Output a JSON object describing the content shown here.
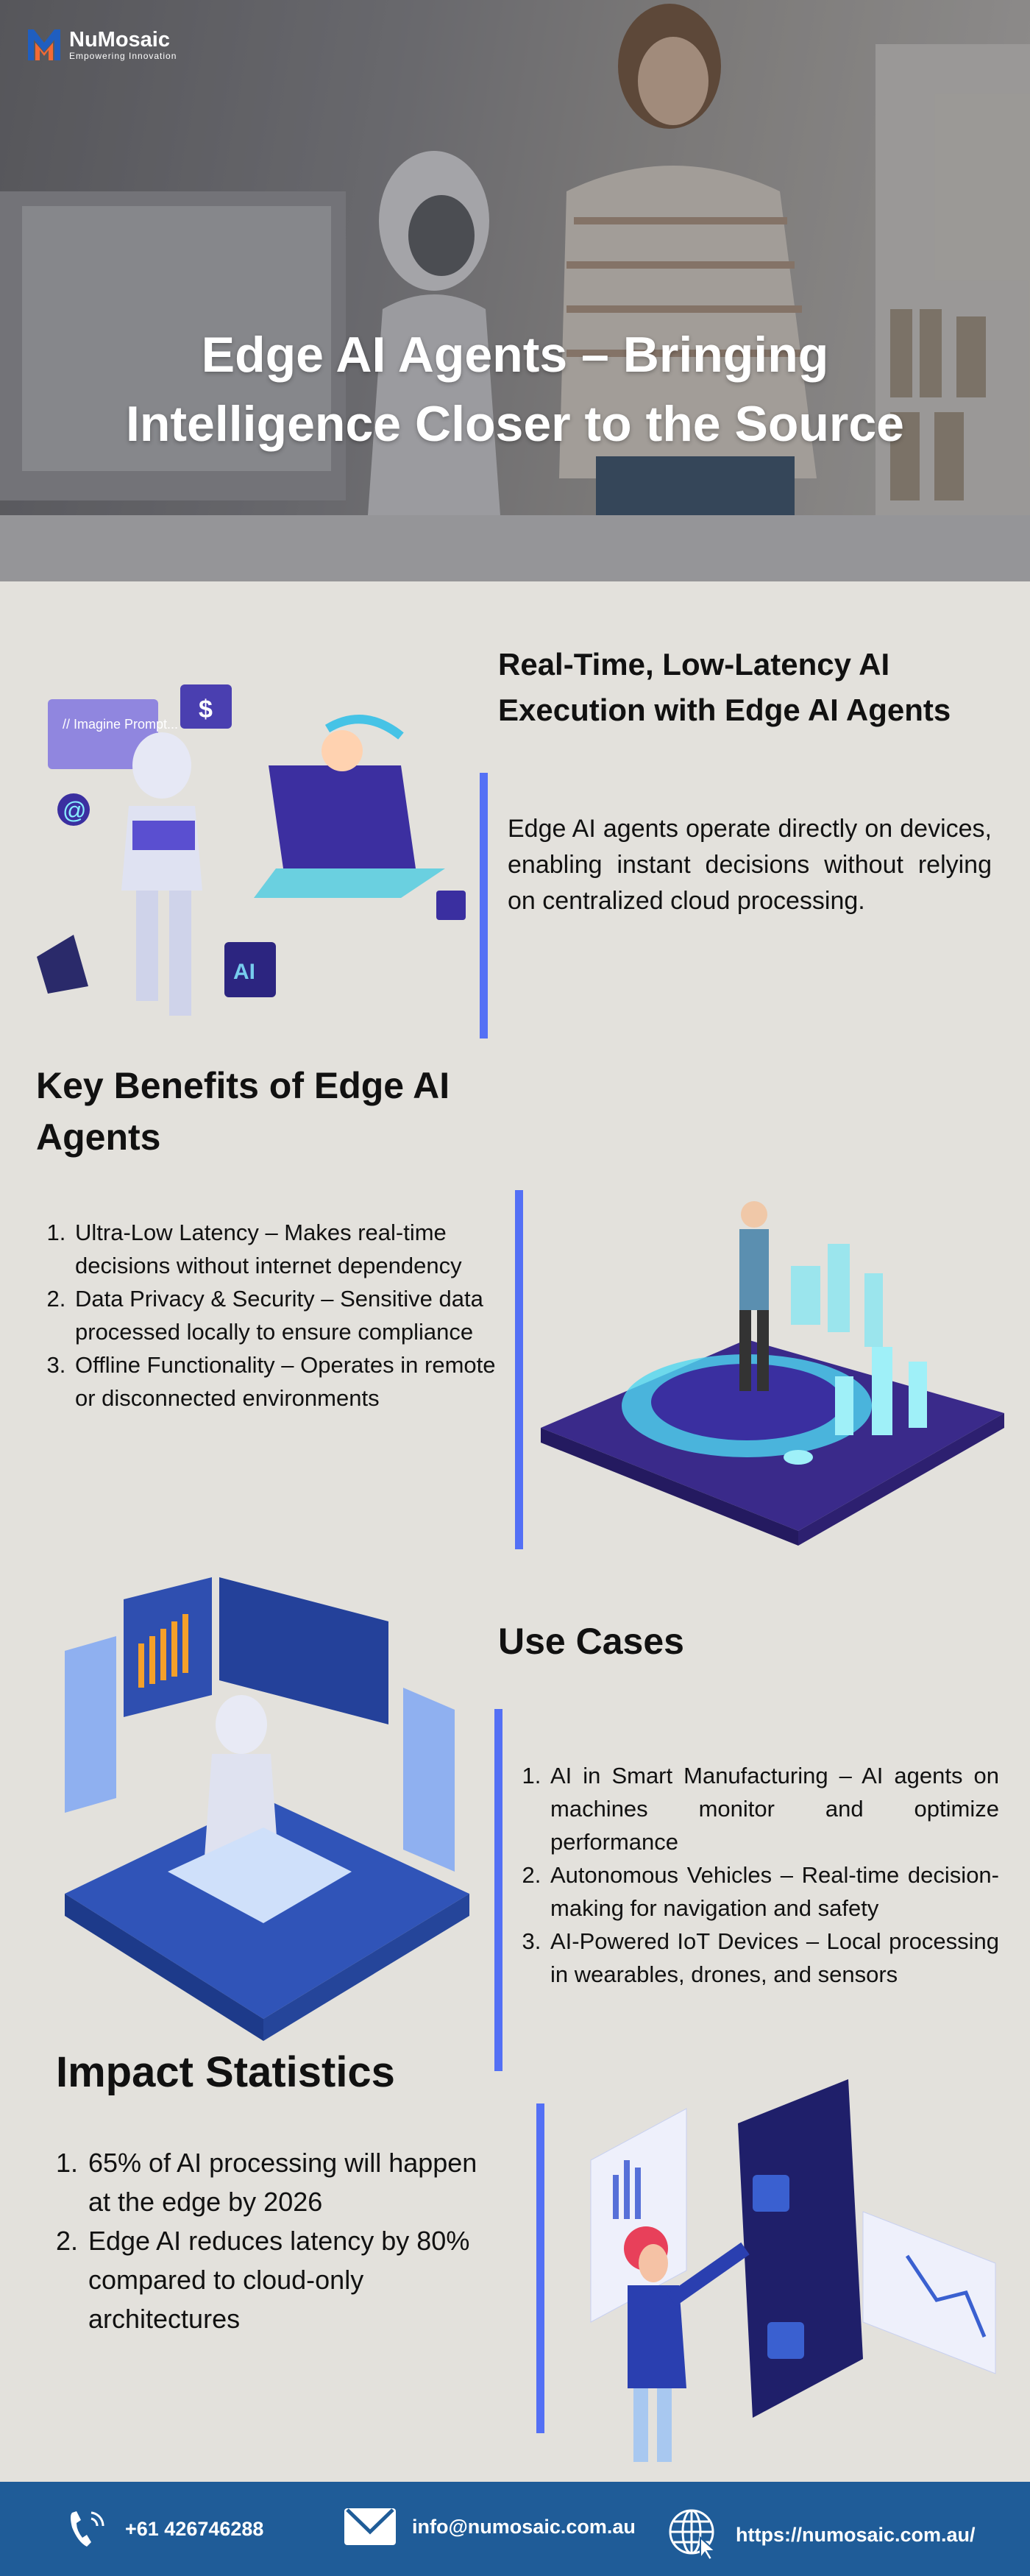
{
  "brand": {
    "name": "NuMosaic",
    "tagline": "Empowering Innovation",
    "colors": {
      "blue": "#1f5c98",
      "orange": "#f26a35",
      "accent": "#5470f5"
    }
  },
  "hero": {
    "title": "Edge AI Agents – Bringing Intelligence Closer to the Source"
  },
  "section1": {
    "title": "Real-Time, Low-Latency AI Execution with Edge AI Agents",
    "body": "Edge AI agents operate directly on devices, enabling instant decisions without relying on centralized cloud processing.",
    "illustration_labels": [
      "// Imagine Prompt...",
      "$",
      "@",
      "AI"
    ]
  },
  "benefits": {
    "title": "Key Benefits of Edge AI Agents",
    "items": [
      "Ultra-Low Latency – Makes real-time decisions without internet dependency",
      "Data Privacy & Security – Sensitive data processed locally to ensure compliance",
      "Offline Functionality – Operates in remote or disconnected environments"
    ]
  },
  "use_cases": {
    "title": "Use Cases",
    "items": [
      "AI in Smart Manufacturing – AI agents on machines monitor and optimize performance",
      "Autonomous Vehicles – Real-time decision-making for navigation and safety",
      "AI-Powered IoT Devices – Local processing in wearables, drones, and sensors"
    ]
  },
  "impact": {
    "title": "Impact Statistics",
    "items": [
      "65% of AI processing will happen at the edge by 2026",
      "Edge AI reduces latency by 80% compared to cloud-only architectures"
    ]
  },
  "footer": {
    "phone": "+61 426746288",
    "email": "info@numosaic.com.au",
    "website": "https://numosaic.com.au/",
    "icons": [
      "phone-icon",
      "mail-icon",
      "globe-cursor-icon"
    ]
  }
}
